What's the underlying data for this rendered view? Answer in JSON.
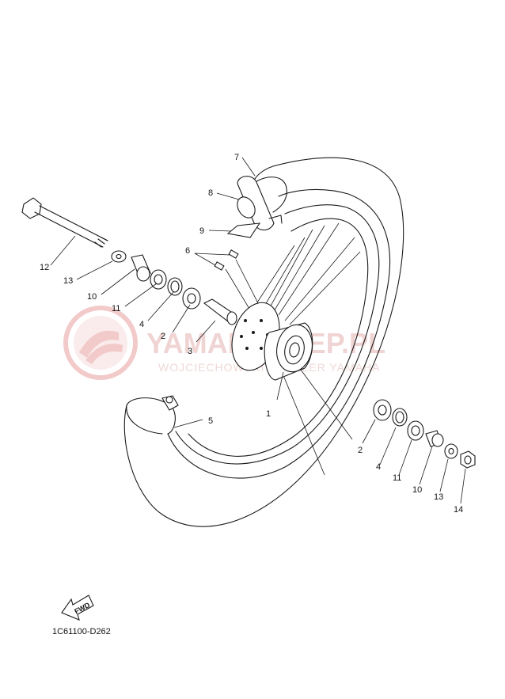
{
  "diagram_code": "1C61100-D262",
  "watermark": {
    "title": "YAMAHAKLEP.PL",
    "subtitle": "WOJCIECHOWSKI - DEALER YAMAHA",
    "color": "#e8a0a0"
  },
  "direction_arrow": {
    "label": "FWD",
    "icon": "fwd-arrow-icon"
  },
  "callouts": [
    {
      "id": "1",
      "text": "1"
    },
    {
      "id": "2a",
      "text": "2"
    },
    {
      "id": "2b",
      "text": "2"
    },
    {
      "id": "3",
      "text": "3"
    },
    {
      "id": "4a",
      "text": "4"
    },
    {
      "id": "4b",
      "text": "4"
    },
    {
      "id": "5",
      "text": "5"
    },
    {
      "id": "6",
      "text": "6"
    },
    {
      "id": "7",
      "text": "7"
    },
    {
      "id": "8",
      "text": "8"
    },
    {
      "id": "9",
      "text": "9"
    },
    {
      "id": "10a",
      "text": "10"
    },
    {
      "id": "10b",
      "text": "10"
    },
    {
      "id": "11a",
      "text": "11"
    },
    {
      "id": "11b",
      "text": "11"
    },
    {
      "id": "12",
      "text": "12"
    },
    {
      "id": "13a",
      "text": "13"
    },
    {
      "id": "13b",
      "text": "13"
    },
    {
      "id": "14",
      "text": "14"
    }
  ]
}
